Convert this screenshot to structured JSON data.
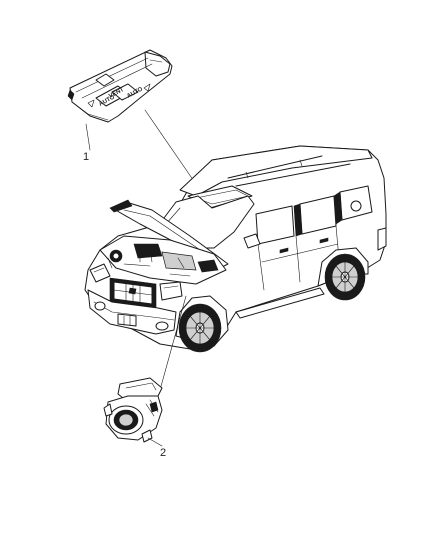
{
  "callouts": [
    {
      "id": "1",
      "label": "1"
    },
    {
      "id": "2",
      "label": "2"
    }
  ],
  "switch_labels": {
    "auto": "AUTO",
    "vent": "VENT"
  }
}
